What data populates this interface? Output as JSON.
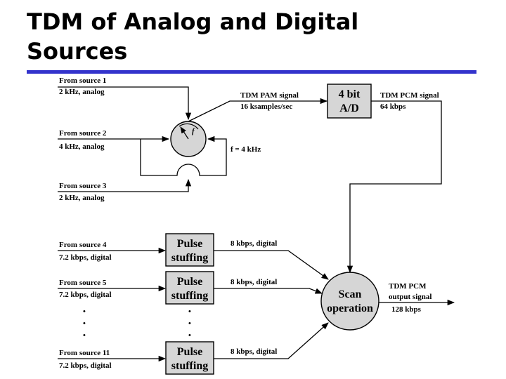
{
  "slide": {
    "title_line1": "TDM of Analog and Digital",
    "title_line2": "Sources"
  },
  "sources": [
    {
      "from": "From source 1",
      "rate": "2 kHz, analog"
    },
    {
      "from": "From source 2",
      "rate": "4 kHz, analog"
    },
    {
      "from": "From source 3",
      "rate": "2 kHz, analog"
    },
    {
      "from": "From source 4",
      "rate": "7.2 kbps, digital"
    },
    {
      "from": "From source 5",
      "rate": "7.2 kbps, digital"
    },
    {
      "from": "From source 11",
      "rate": "7.2 kbps, digital"
    }
  ],
  "commutator": {
    "symbol": "f",
    "freq_label": "f = 4 kHz"
  },
  "pam": {
    "line1": "TDM PAM signal",
    "line2": "16 ksamples/sec"
  },
  "adc": {
    "line1": "4 bit",
    "line2": "A/D"
  },
  "pcm": {
    "line1": "TDM PCM signal",
    "line2": "64 kbps"
  },
  "pulse_stuffing": {
    "line1": "Pulse",
    "line2": "stuffing"
  },
  "digital_rate": "8 kbps, digital",
  "scan": {
    "line1": "Scan",
    "line2": "operation"
  },
  "output": {
    "line1": "TDM PCM",
    "line2": "output signal",
    "line3": "128 kbps"
  },
  "ellipsis": "•"
}
